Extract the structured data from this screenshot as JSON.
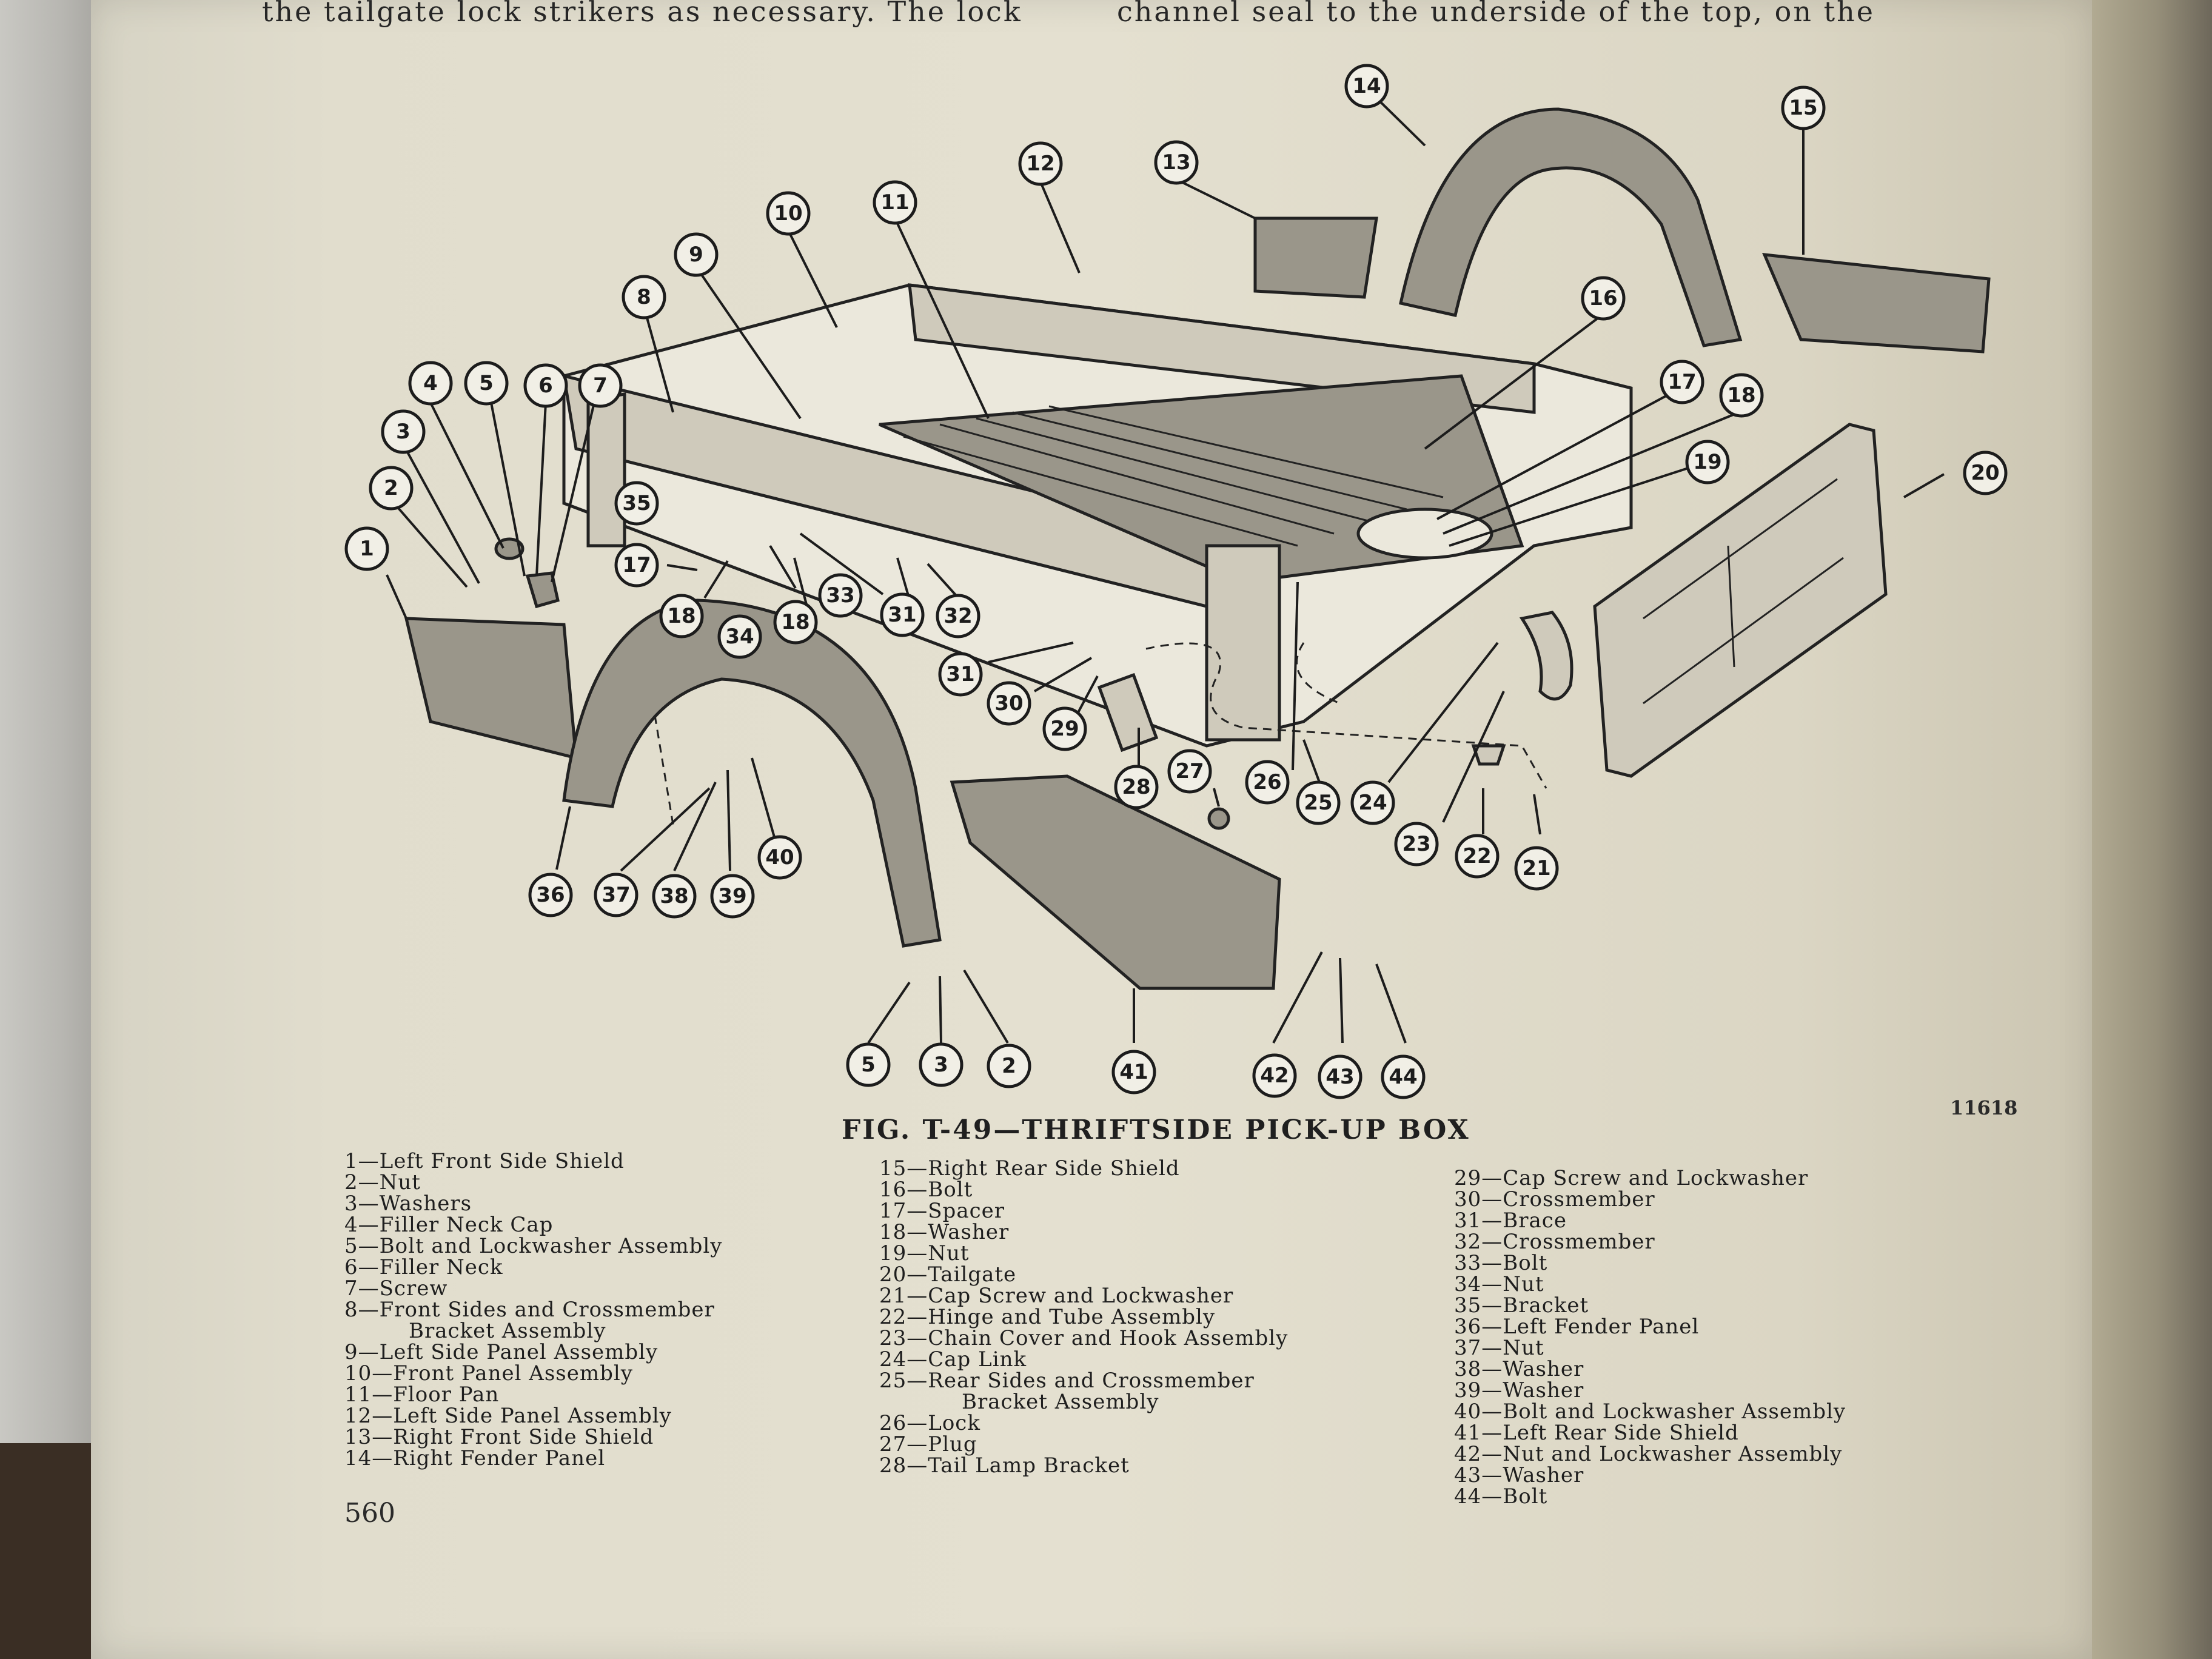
{
  "header_text": {
    "left": "the tailgate lock strikers as necessary. The lock",
    "right": "channel seal to the underside of the top, on the"
  },
  "figure": {
    "caption": "FIG. T-49—THRIFTSIDE PICK-UP BOX",
    "number": "11618",
    "callouts": [
      "1",
      "2",
      "3",
      "4",
      "5",
      "6",
      "7",
      "8",
      "9",
      "10",
      "11",
      "12",
      "13",
      "14",
      "15",
      "16",
      "17",
      "18",
      "19",
      "20",
      "17",
      "18",
      "35",
      "18",
      "34",
      "18",
      "33",
      "31",
      "32",
      "31",
      "30",
      "29",
      "28",
      "27",
      "26",
      "25",
      "24",
      "23",
      "22",
      "21",
      "36",
      "37",
      "38",
      "39",
      "40",
      "41",
      "5",
      "3",
      "2",
      "42",
      "43",
      "44"
    ]
  },
  "legend": {
    "col1": [
      "1—Left Front Side Shield",
      "2—Nut",
      "3—Washers",
      "4—Filler Neck Cap",
      "5—Bolt and Lockwasher Assembly",
      "6—Filler Neck",
      "7—Screw",
      "8—Front Sides and Crossmember",
      "Bracket Assembly",
      "9—Left Side Panel Assembly",
      "10—Front Panel Assembly",
      "11—Floor Pan",
      "12—Left Side Panel Assembly",
      "13—Right Front Side Shield",
      "14—Right Fender Panel"
    ],
    "col2": [
      "15—Right Rear Side Shield",
      "16—Bolt",
      "17—Spacer",
      "18—Washer",
      "19—Nut",
      "20—Tailgate",
      "21—Cap Screw and Lockwasher",
      "22—Hinge and Tube Assembly",
      "23—Chain Cover and Hook Assembly",
      "24—Cap Link",
      "25—Rear Sides and Crossmember",
      "Bracket Assembly",
      "26—Lock",
      "27—Plug",
      "28—Tail Lamp Bracket"
    ],
    "col3": [
      "29—Cap Screw and Lockwasher",
      "30—Crossmember",
      "31—Brace",
      "32—Crossmember",
      "33—Bolt",
      "34—Nut",
      "35—Bracket",
      "36—Left Fender Panel",
      "37—Nut",
      "38—Washer",
      "39—Washer",
      "40—Bolt and Lockwasher Assembly",
      "41—Left Rear Side Shield",
      "42—Nut and Lockwasher Assembly",
      "43—Washer",
      "44—Bolt"
    ]
  },
  "page_number": "560"
}
